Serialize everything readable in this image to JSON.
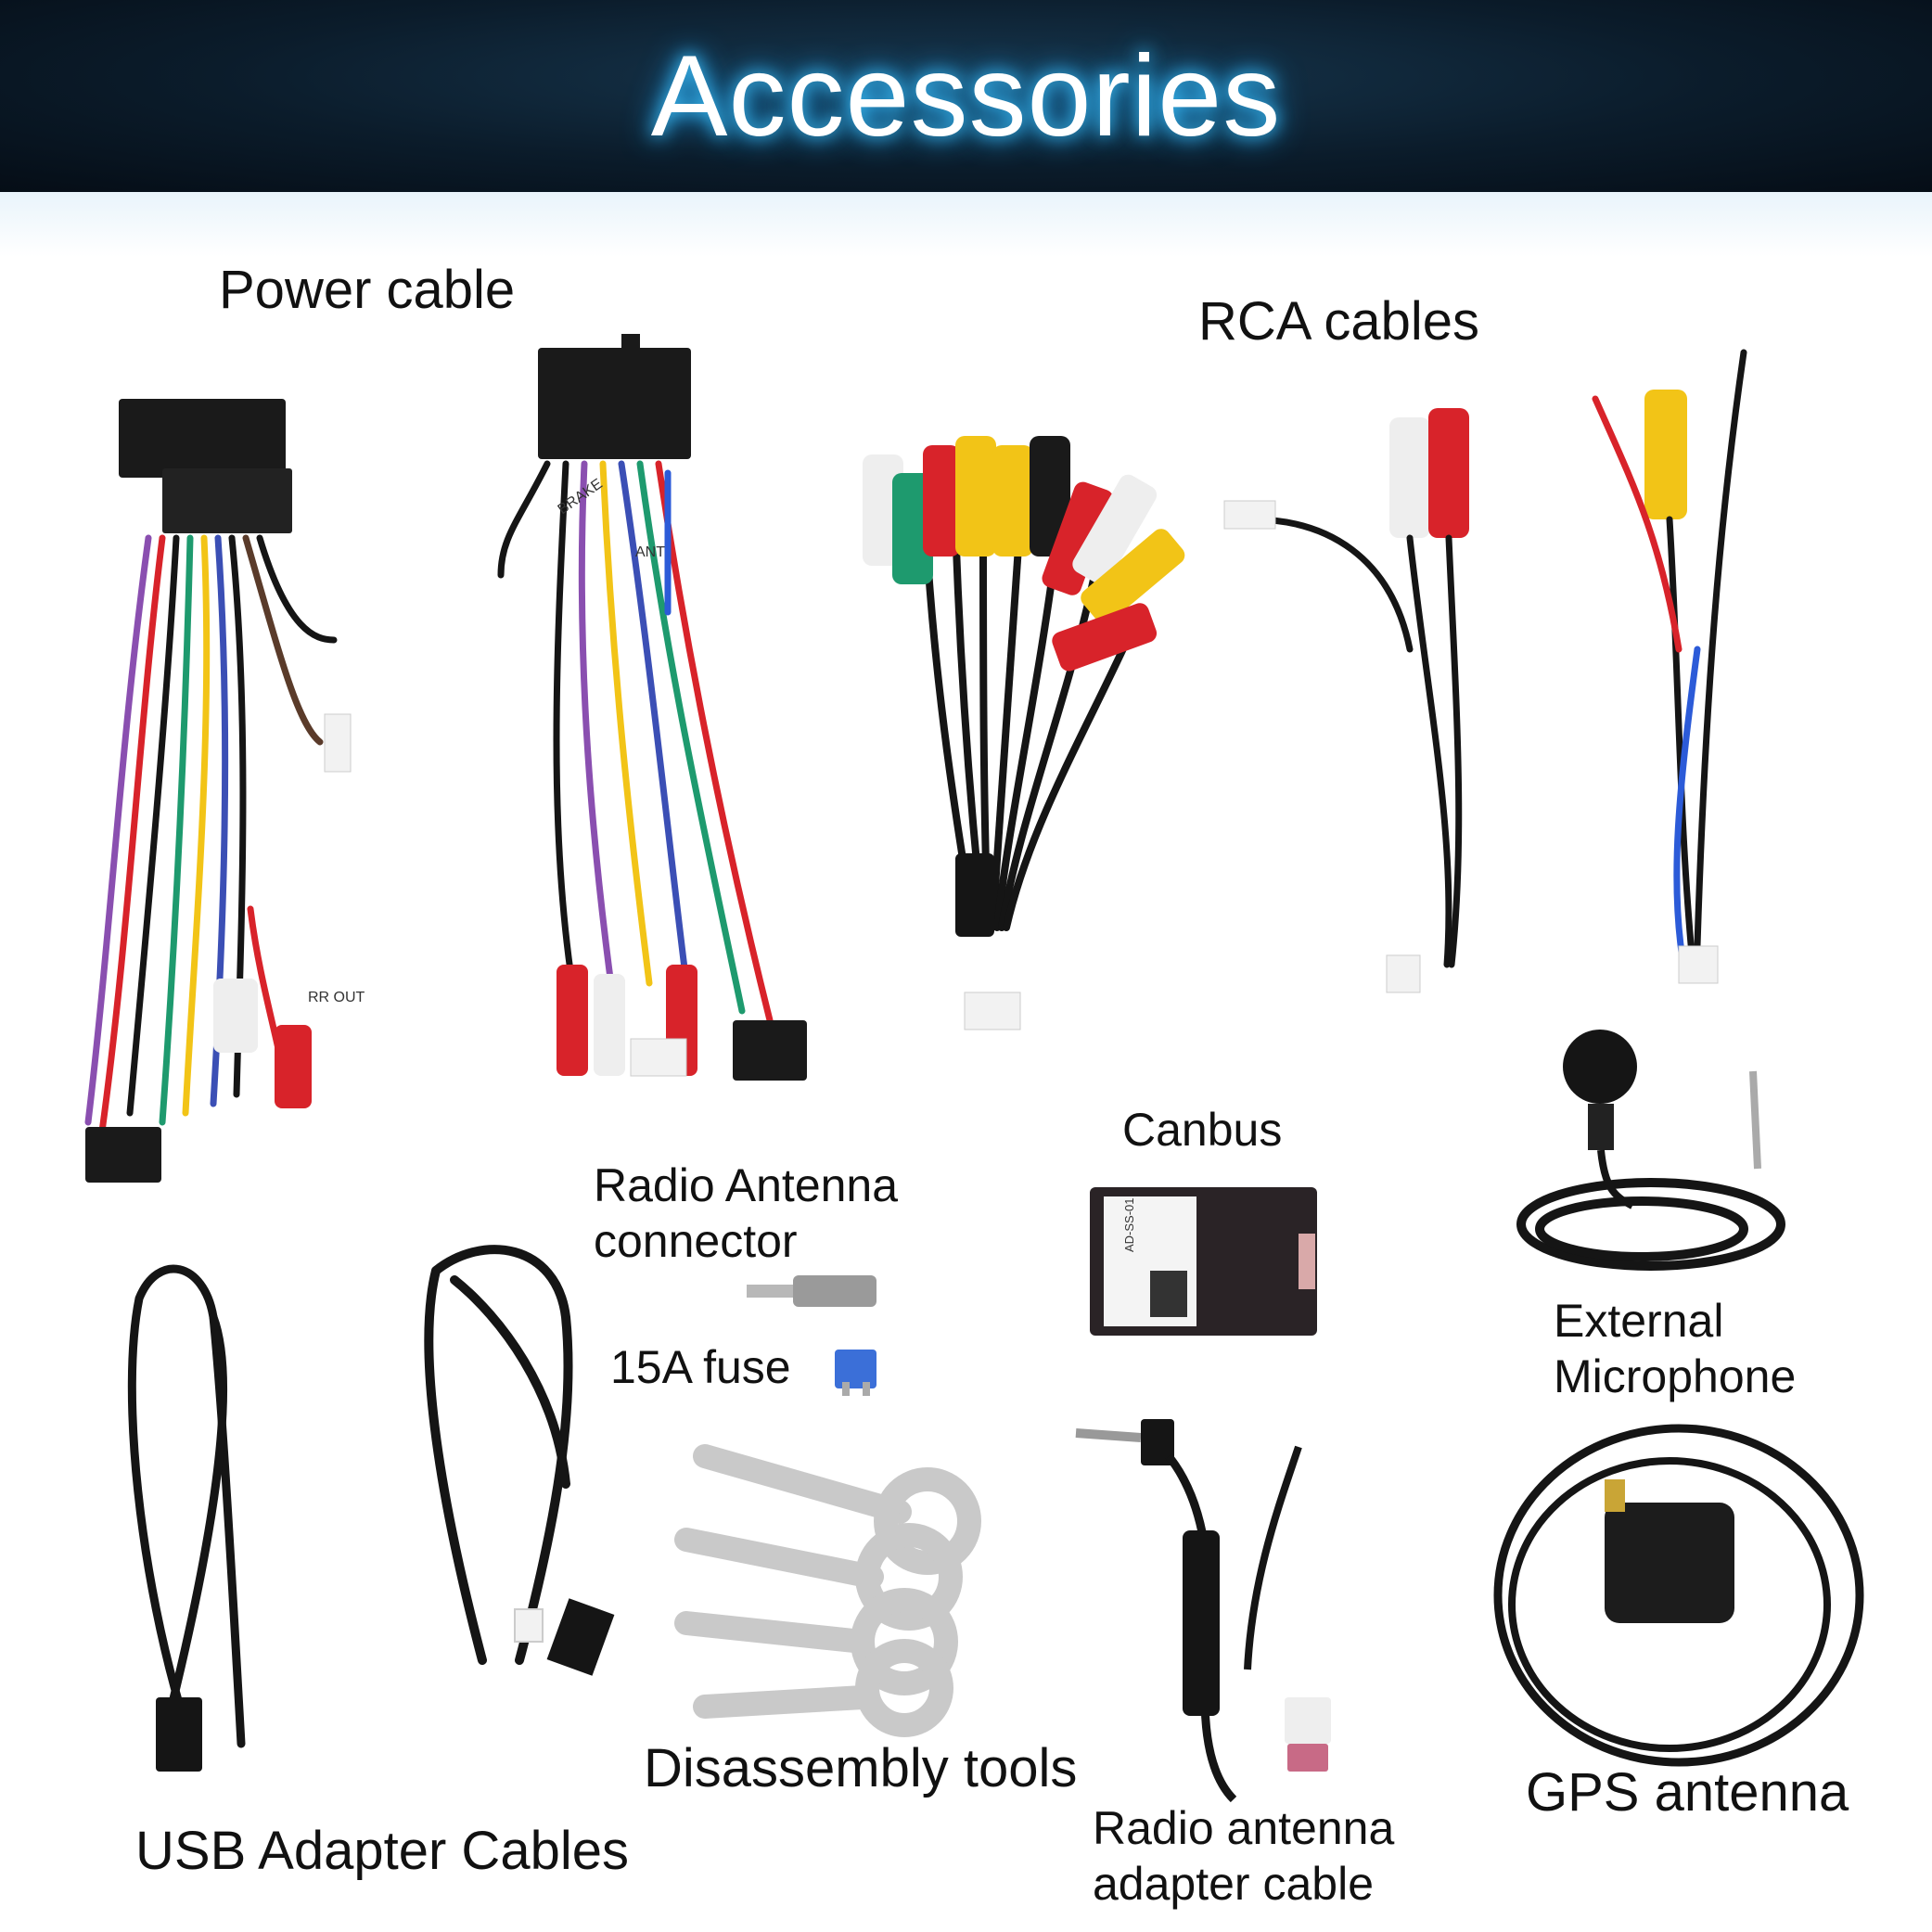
{
  "header": {
    "title": "Accessories"
  },
  "labels": {
    "power_cable": "Power cable",
    "rca_cables": "RCA cables",
    "radio_antenna_connector_line1": "Radio Antenna",
    "radio_antenna_connector_line2": "connector",
    "fuse": "15A fuse",
    "canbus": "Canbus",
    "external_microphone_line1": "External",
    "external_microphone_line2": "Microphone",
    "usb_adapter_cables": "USB Adapter Cables",
    "disassembly_tools": "Disassembly tools",
    "radio_antenna_adapter_line1": "Radio antenna",
    "radio_antenna_adapter_line2": "adapter cable",
    "gps_antenna": "GPS antenna"
  },
  "product_marks": {
    "wire_tag_brake": "BRAKE",
    "wire_tag_rr_out": "RR OUT",
    "wire_tag_ant": "ANT",
    "canbus_model": "AD-SS-01"
  },
  "colors": {
    "banner_bg": "#0b1c2b",
    "banner_glow": "#3fc6ff",
    "rca_red": "#d8232a",
    "rca_yellow": "#f2c417",
    "rca_white": "#eeeeee",
    "rca_green": "#1e9a6e",
    "cable_black": "#151515"
  }
}
